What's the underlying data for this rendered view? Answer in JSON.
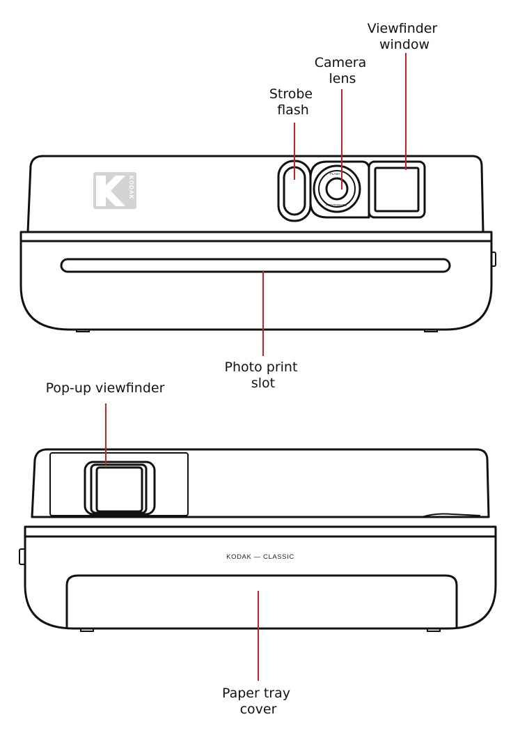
{
  "front_view": {
    "labels": {
      "viewfinder_window": [
        "Viewfinder",
        "window"
      ],
      "camera_lens": [
        "Camera",
        "lens"
      ],
      "strobe_flash": [
        "Strobe",
        "flash"
      ],
      "photo_print_slot": [
        "Photo print",
        "slot"
      ]
    },
    "logo_text": "KODAK",
    "lens_ring_text": [
      "FLASH",
      "PRINTOMATIC"
    ]
  },
  "back_view": {
    "labels": {
      "popup_viewfinder": [
        "Pop-up viewfinder"
      ],
      "paper_tray_cover": [
        "Paper tray",
        "cover"
      ]
    },
    "brand_text": "KODAK — CLASSIC"
  },
  "colors": {
    "leader_line": "#c8202a",
    "outline": "#111111",
    "logo_fill": "#d3d3d3"
  },
  "icons": {
    "logo": "kodak-logo-icon"
  }
}
